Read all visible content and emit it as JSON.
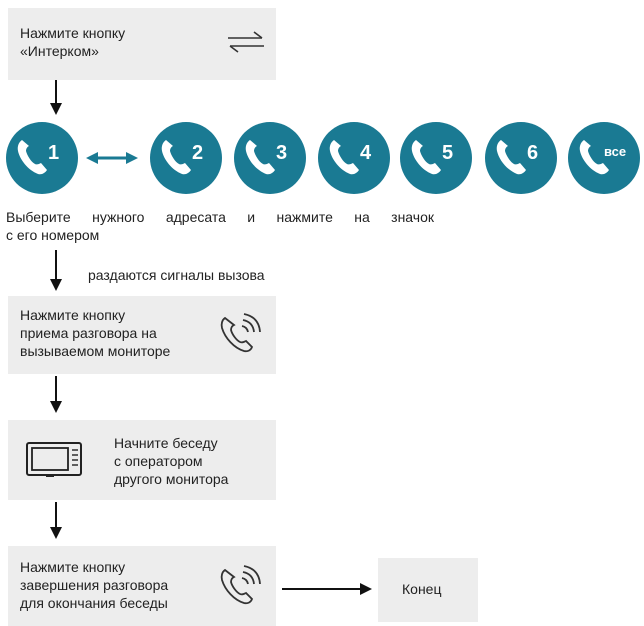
{
  "steps": {
    "step1": "Нажмите кнопку\n«Интерком»",
    "step2_line1": "Выберите нужного адресата и нажмите на значок",
    "step2_line2": "с его номером",
    "signals": "раздаются сигналы вызова",
    "step3": "Нажмите кнопку\nприема разговора на\nвызываемом мониторе",
    "step4": "Начните беседу\nс оператором\nдругого монитора",
    "step5": "Нажмите кнопку\nзавершения разговора\nдля окончания беседы",
    "end": "Конец"
  },
  "buttons": [
    "1",
    "2",
    "3",
    "4",
    "5",
    "6",
    "все"
  ],
  "colors": {
    "circle": "#1a7a93",
    "box": "#ededed",
    "arrow": "#111111"
  },
  "icons": {
    "intercom": "swap-arrows-icon",
    "answer": "phone-ringing-icon",
    "monitor": "monitor-icon",
    "hangup": "phone-ringing-icon"
  }
}
